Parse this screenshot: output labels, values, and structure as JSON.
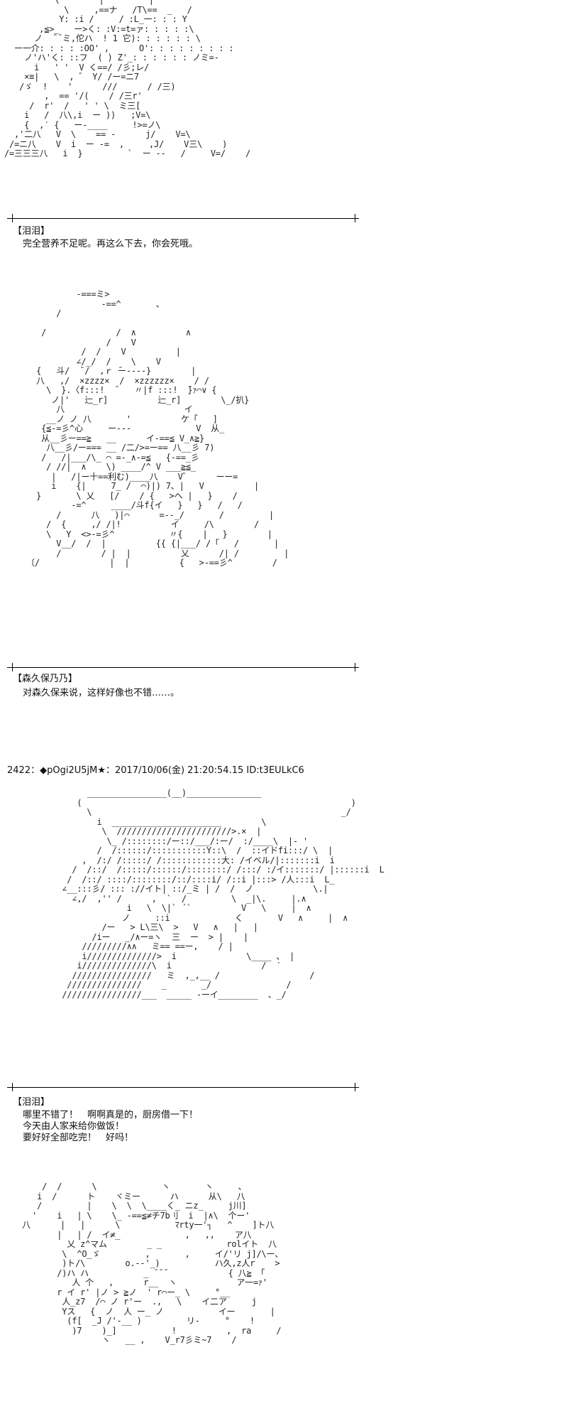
{
  "panels": [
    {
      "art": "          \\        |         |\n            \\     ,==ナ   /T\\==  _   /\n           Y: :i /     / :L_一: : : Y\n       ,≦>_   ー>く: :V:=t=ァ: : : : :\\\n      ノ  ̄ ̄ ミ,佗ハ  ! 1 它): : : : : : \\\n  ー一介: : : : :OO' ,      O': : : : : : : : :\n    ノ'ハ'く: ::フ  ( ) Z'_: : : : : : ノミ=-\n      i   ' '  V く==/ /彡;レ/\n    ×≡|   \\  , ゛ Y/ /ー=ニ7\n   /ゞ  !    '      ///      / /三)\n        ,  == '/(    / /三r'\n     /  r'  /   ' ' \\  ミ三[\n    i   /  八\\,i  ー ))   ;V=\\\n    {  ,′ {   ー-____     !>=ノ\\\n  ,'二八   V  \\    == -      j/    V=\\\n /=ニ八    V  i  ー -=  ,     ,J/    V三\\    )\n/=三三三八   i  }         `  ー --   /     V=/    /",
      "speaker": "【泪泪】",
      "lines": [
        "完全营养不足呢。再这么下去，你会死哦。"
      ]
    },
    {
      "art": "             -===ミ>\n                  -==^       、\n         /\n\n      /              /  ∧          ∧\n                   /    V\n              /  /    V          |\n             ∠/_/  /    \\    V\n     {   斗/  ̄ /  ,ｒ ̄ー----}        |\n     八   ,/  ×zzzz×  /  ×zzzzzz×    / /\n       \\  }.〈f:::!  ̄    〃|f :::!  ̄}ｧ⌒∨ {\n        ノ|'   辷_r]          辷_r]        \\_/扒}\n         八                        イ\n       __ノ ノ 八       '          ケ「   ]\n      {≦-=彡^心     ー---             V  从_\n      从__彡ー==≧   __      イ-==≦ V_∧≧}\n       八__彡/ー=== __ /二/>=ー== 八__彡 7)\n      /   /|___/\\_ ⌒ =-_∧-=≦   {-==_彡\n       / //|  ∧    \\) ____/^ V ___≧≦_\n        |   /|ー十==利む)____八    V゛     ーー=\n        i    {|     7_ /  ⌒)|) 7、|   V          |\n     }       \\ 乂   [/    / {   >ヘ |   }    /\n            -=^     ____/斗f{イ   }   }   /   /\n         /      八   )|⌒      =--_/       /         |\n       /  {     ,/ /|!          イ     /\\        /\n       \\   Y  <>-=彡^           〃{    |   }        |\n         V__/  /  |          {{ {|___/ /「   /       |\n         /        / |  |          乂      /| /         |\n   〔/              |  |          {   >-==彡^        /",
      "speaker": "【森久保乃乃】",
      "lines": [
        "对森久保来说，这样好像也不错……。"
      ]
    },
    {
      "post_number": "2422",
      "post_meta": "：◆pOgi2U5jM★：2017/10/06(金) 21:20:54.15 ID:t3EULkC6",
      "art": "                ________________(__)_______________\n              (                                                      )\n                \\                                                  _/\n                  i  ______________________        \\\n                   \\  ///////////////////////>.×  |\n                    \\_ /::::::::/ー::/___/:ー/  :/____\\  |- '\n                  /  /::::::/:::::::::::Y::\\  /  ::イドfi:::/ \\  |\n               ,  /:/ /:::::/ /::::::::::::大: /イベル/|:::::::i  i\n             /  /::/  /:::::/::::::/::::::::/ /:::/ :/イ:::::::/ |::::::i  L\n            /  /::/ ::::/::::::::/::/::::i/ /::i |:::> /人:::i  L_\n           ∠__:::彡/ ::: ://イト| ::/_ミ | /  /  ノ            \\.|\n             ∠,/  ,'' /      ,  `  /         \\  _|\\.     |.∧\n                        i   \\  \\|` ´`          V   \\     |  ∧\n                       ノ     ::i             く       V   ∧     |  ∧\n                   /ー   > L\\三\\  >   V   ∧   |   |\n                 /iー   _/∧ー=ヽ  三  ー  > |    |\n               /////////∧∧   ミ== ==ー,    / |\n               i//////////////>  i              \\____ 、 |\n              i//////////////\\  i                  /  ′\n             ////////////////   ミ  ,_,__ /                  /\n            ///////////////    _       _/               /\n           ////////////////___  _____ -ーイ________  、_/",
      "speaker": "【泪泪】",
      "lines": [
        "哪里不错了！　啊啊真是的，厨房借一下！",
        "今天由人家来给你做饭！",
        "要好好全部吃完！　好吗！"
      ]
    },
    {
      "art": "       /  /      \\             ヽ       ヽ     、\n      i  /      ト    ヾミー      ハ      从\\   八\n      /         |    \\  \\  \\____く_ ニz_     j川]\n     '    i   | \\    \\_ -==≦≠チ7b刂  i  |∧\\  个ー'\n   八      |   |      \\           ﾏrty一'┐   ^    ]ト八\n          |   | /  イ≠_             ,   ,,    ア八\n            乂 z^マム        _ _             rolイト  八\n           \\  ^O_ゞ         ,       ,     イ/'リ j]/\\ー、\n           )ト/\\        o.-‐'_)           ハ久,z人r    >\n          /)ハ ハ           _ ̄ ̄ ̄             { 八≧ 「\n             人 个   ,      r__  ヽ            ア一=ｧ'\n          r イ r' |ノ > ≧ノ  ' r⌒ー_ \\     °__\n           人_z7  /⌒ ノ r'ー  .,   \\    イ二ア     j\n           Yス   {  ノ  人 ー_ ノ           イー       |\n            (f[  _J /'‐__ )         リ-     °    !\n             )7    )_]           !          ,  ra     /\n                   ヽ   __ ,    V_r7彡ミ~7    /"
    }
  ]
}
